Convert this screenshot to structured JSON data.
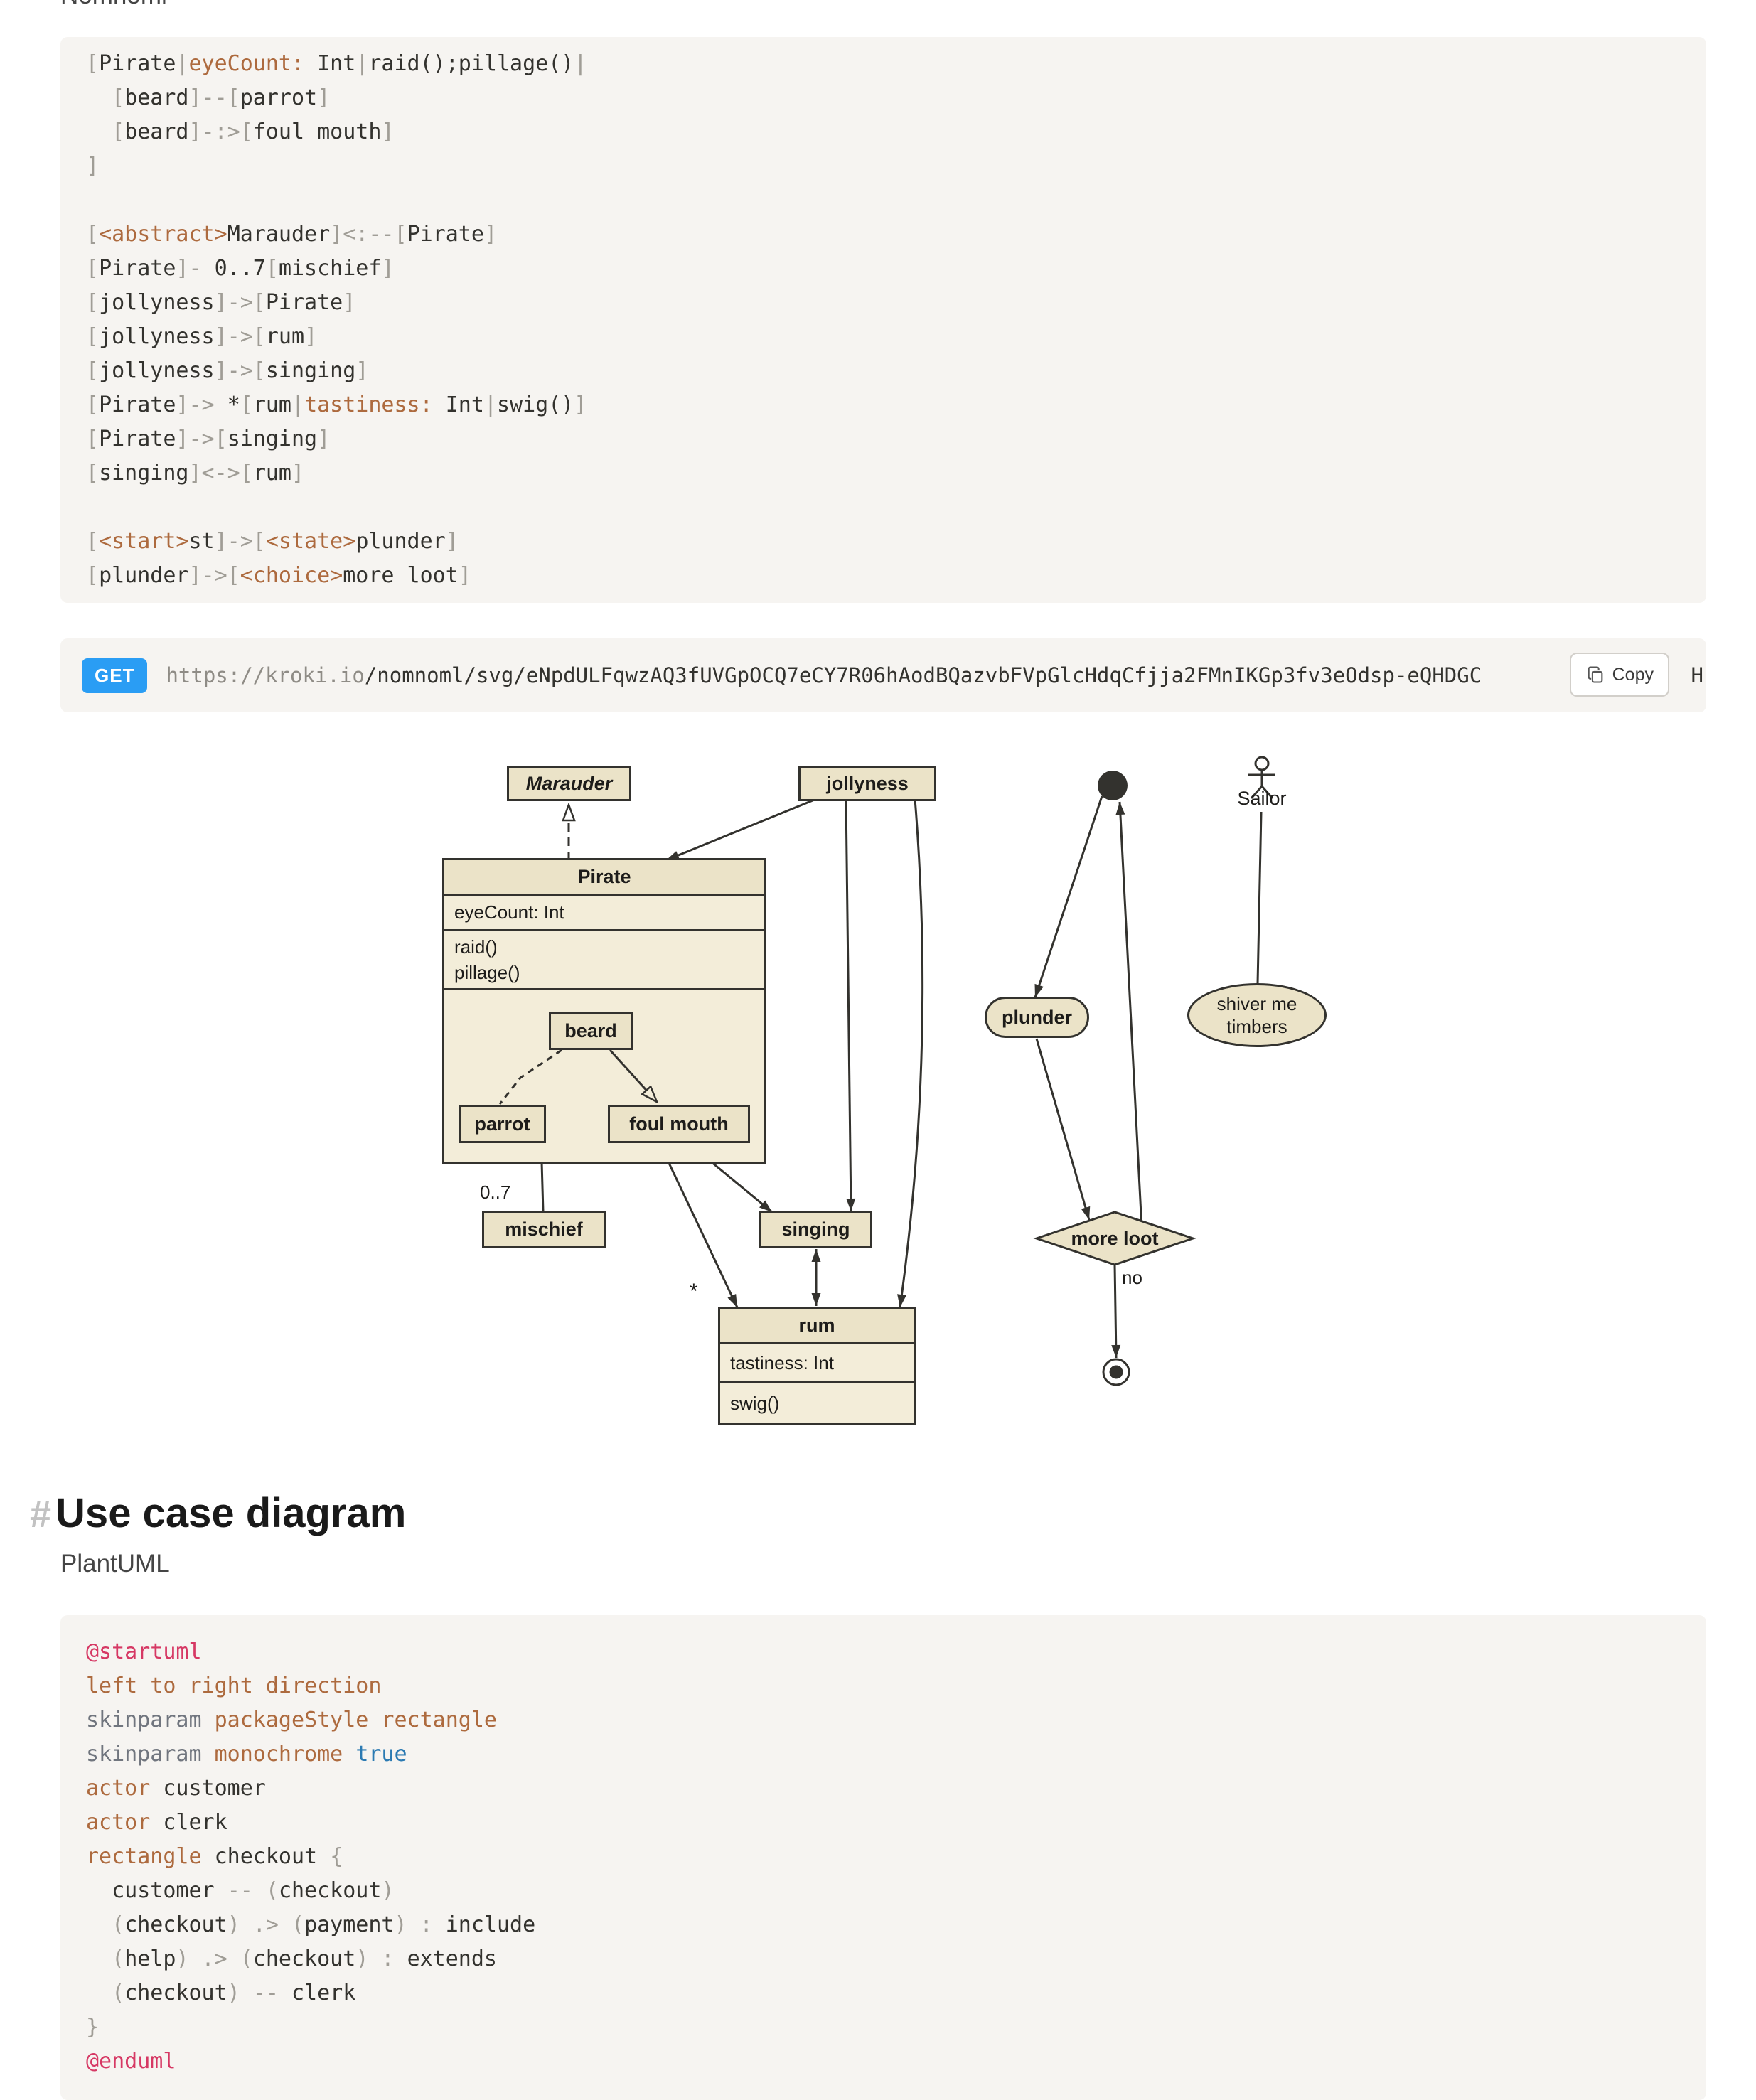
{
  "top_heading": {
    "label": "Nomnoml"
  },
  "colors": {
    "badge_blue": "#2a9df4",
    "code_bg": "#f6f4f1",
    "diagram_stroke": "#33322e",
    "diagram_fill": "#ebe3c8",
    "diagram_fill_light": "#f3edd9",
    "keyword_orange": "#ad6a3e",
    "at_pink": "#d63864",
    "value_blue": "#2b7ab2"
  },
  "nomnoml_code": {
    "lines": [
      [
        [
          "p",
          "["
        ],
        [
          "n",
          "Pirate"
        ],
        [
          "p",
          "|"
        ],
        [
          "k",
          "eyeCount:"
        ],
        [
          "n",
          " Int"
        ],
        [
          "p",
          "|"
        ],
        [
          "n",
          "raid();pillage()"
        ],
        [
          "p",
          "|"
        ]
      ],
      [
        [
          "n",
          "  "
        ],
        [
          "p",
          "["
        ],
        [
          "n",
          "beard"
        ],
        [
          "p",
          "]--["
        ],
        [
          "n",
          "parrot"
        ],
        [
          "p",
          "]"
        ]
      ],
      [
        [
          "n",
          "  "
        ],
        [
          "p",
          "["
        ],
        [
          "n",
          "beard"
        ],
        [
          "p",
          "]-:>["
        ],
        [
          "n",
          "foul mouth"
        ],
        [
          "p",
          "]"
        ]
      ],
      [
        [
          "p",
          "]"
        ]
      ],
      [],
      [
        [
          "p",
          "["
        ],
        [
          "k",
          "<abstract>"
        ],
        [
          "n",
          "Marauder"
        ],
        [
          "p",
          "]<:--["
        ],
        [
          "n",
          "Pirate"
        ],
        [
          "p",
          "]"
        ]
      ],
      [
        [
          "p",
          "["
        ],
        [
          "n",
          "Pirate"
        ],
        [
          "p",
          "]- "
        ],
        [
          "n",
          "0..7"
        ],
        [
          "p",
          "["
        ],
        [
          "n",
          "mischief"
        ],
        [
          "p",
          "]"
        ]
      ],
      [
        [
          "p",
          "["
        ],
        [
          "n",
          "jollyness"
        ],
        [
          "p",
          "]->["
        ],
        [
          "n",
          "Pirate"
        ],
        [
          "p",
          "]"
        ]
      ],
      [
        [
          "p",
          "["
        ],
        [
          "n",
          "jollyness"
        ],
        [
          "p",
          "]->["
        ],
        [
          "n",
          "rum"
        ],
        [
          "p",
          "]"
        ]
      ],
      [
        [
          "p",
          "["
        ],
        [
          "n",
          "jollyness"
        ],
        [
          "p",
          "]->["
        ],
        [
          "n",
          "singing"
        ],
        [
          "p",
          "]"
        ]
      ],
      [
        [
          "p",
          "["
        ],
        [
          "n",
          "Pirate"
        ],
        [
          "p",
          "]-> "
        ],
        [
          "n",
          "*"
        ],
        [
          "p",
          "["
        ],
        [
          "n",
          "rum"
        ],
        [
          "p",
          "|"
        ],
        [
          "k",
          "tastiness:"
        ],
        [
          "n",
          " Int"
        ],
        [
          "p",
          "|"
        ],
        [
          "n",
          "swig()"
        ],
        [
          "p",
          "]"
        ]
      ],
      [
        [
          "p",
          "["
        ],
        [
          "n",
          "Pirate"
        ],
        [
          "p",
          "]->["
        ],
        [
          "n",
          "singing"
        ],
        [
          "p",
          "]"
        ]
      ],
      [
        [
          "p",
          "["
        ],
        [
          "n",
          "singing"
        ],
        [
          "p",
          "]<->["
        ],
        [
          "n",
          "rum"
        ],
        [
          "p",
          "]"
        ]
      ],
      [],
      [
        [
          "p",
          "["
        ],
        [
          "k",
          "<start>"
        ],
        [
          "n",
          "st"
        ],
        [
          "p",
          "]->["
        ],
        [
          "k",
          "<state>"
        ],
        [
          "n",
          "plunder"
        ],
        [
          "p",
          "]"
        ]
      ],
      [
        [
          "p",
          "["
        ],
        [
          "n",
          "plunder"
        ],
        [
          "p",
          "]->["
        ],
        [
          "k",
          "<choice>"
        ],
        [
          "n",
          "more loot"
        ],
        [
          "p",
          "]"
        ]
      ]
    ]
  },
  "get_bar": {
    "method": "GET",
    "url_host": "https://kroki.io",
    "url_path": "/nomnoml/svg/eNpdULFqwzAQ3fUVGpOCQ7eCY7R06hAodBQazvbFVpGlcHdqCfjja2FMnIKGp3fv3eOdsp-eQHDGC",
    "url_tail": "H",
    "copy_label": "Copy"
  },
  "diagram": {
    "marauder": "Marauder",
    "jollyness": "jollyness",
    "pirate": {
      "title": "Pirate",
      "attr": "eyeCount: Int",
      "method1": "raid()",
      "method2": "pillage()"
    },
    "beard": "beard",
    "parrot": "parrot",
    "foul_mouth": "foul mouth",
    "mischief": "mischief",
    "mischief_mult": "0..7",
    "singing": "singing",
    "rum": {
      "title": "rum",
      "attr": "tastiness: Int",
      "method": "swig()"
    },
    "rum_mult": "*",
    "plunder": "plunder",
    "more_loot": "more loot",
    "no_label": "no",
    "sailor": "Sailor",
    "usecase": "shiver me\ntimbers"
  },
  "section": {
    "hash": "#",
    "title": "Use case diagram",
    "subtitle": "PlantUML"
  },
  "plantuml_code": {
    "lines": [
      [
        [
          "a",
          "@startuml"
        ]
      ],
      [
        [
          "k",
          "left to right direction"
        ]
      ],
      [
        [
          "d",
          "skinparam "
        ],
        [
          "k",
          "packageStyle rectangle"
        ]
      ],
      [
        [
          "d",
          "skinparam "
        ],
        [
          "k",
          "monochrome "
        ],
        [
          "v",
          "true"
        ]
      ],
      [
        [
          "k",
          "actor "
        ],
        [
          "n",
          "customer"
        ]
      ],
      [
        [
          "k",
          "actor "
        ],
        [
          "n",
          "clerk"
        ]
      ],
      [
        [
          "k",
          "rectangle "
        ],
        [
          "n",
          "checkout "
        ],
        [
          "p",
          "{"
        ]
      ],
      [
        [
          "n",
          "  customer "
        ],
        [
          "p",
          "-- ("
        ],
        [
          "n",
          "checkout"
        ],
        [
          "p",
          ")"
        ]
      ],
      [
        [
          "p",
          "  ("
        ],
        [
          "n",
          "checkout"
        ],
        [
          "p",
          ") .> ("
        ],
        [
          "n",
          "payment"
        ],
        [
          "p",
          ") : "
        ],
        [
          "n",
          "include"
        ]
      ],
      [
        [
          "p",
          "  ("
        ],
        [
          "n",
          "help"
        ],
        [
          "p",
          ") .> ("
        ],
        [
          "n",
          "checkout"
        ],
        [
          "p",
          ") : "
        ],
        [
          "n",
          "extends"
        ]
      ],
      [
        [
          "p",
          "  ("
        ],
        [
          "n",
          "checkout"
        ],
        [
          "p",
          ") -- "
        ],
        [
          "n",
          "clerk"
        ]
      ],
      [
        [
          "p",
          "}"
        ]
      ],
      [
        [
          "a",
          "@enduml"
        ]
      ]
    ]
  }
}
